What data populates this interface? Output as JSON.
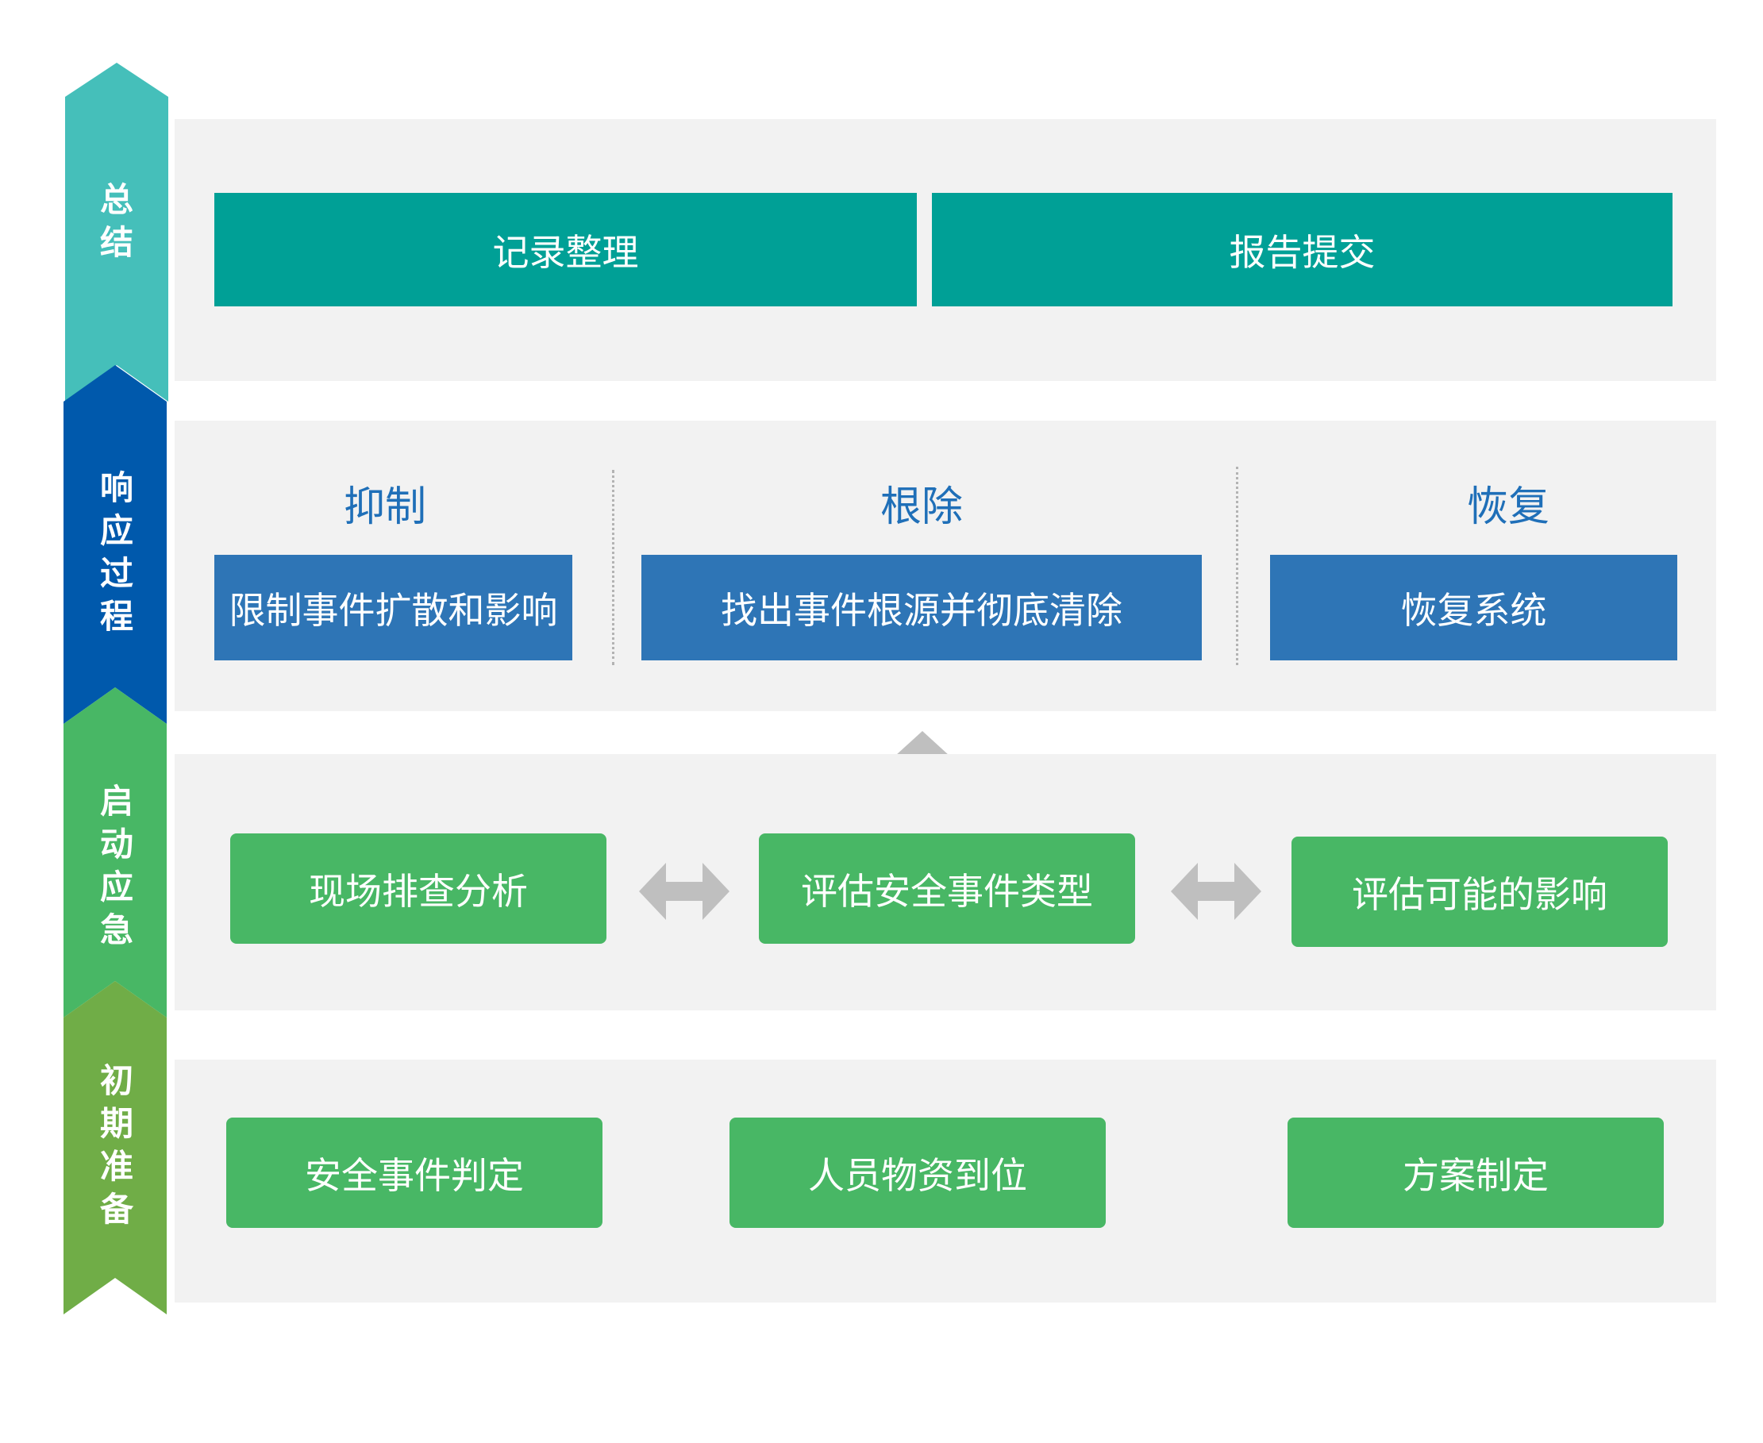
{
  "colors": {
    "summary": "#45bfba",
    "response": "#0059ac",
    "startup": "#48b765",
    "preparation": "#70ad47",
    "panel": "#f2f2f2",
    "teal_box": "#00a096",
    "blue_box": "#2e75b6",
    "green_box": "#48b765",
    "heading": "#1f6fb8",
    "arrow": "#bfbfbf"
  },
  "stages": {
    "summary": {
      "chars": [
        "总",
        "结"
      ]
    },
    "response": {
      "chars": [
        "响",
        "应",
        "过",
        "程"
      ]
    },
    "startup": {
      "chars": [
        "启",
        "动",
        "应",
        "急"
      ]
    },
    "preparation": {
      "chars": [
        "初",
        "期",
        "准",
        "备"
      ]
    }
  },
  "summary": {
    "items": [
      "记录整理",
      "报告提交"
    ]
  },
  "response": {
    "columns": [
      {
        "heading": "抑制",
        "item": "限制事件扩散和影响"
      },
      {
        "heading": "根除",
        "item": "找出事件根源并彻底清除"
      },
      {
        "heading": "恢复",
        "item": "恢复系统"
      }
    ]
  },
  "startup": {
    "items": [
      "现场排查分析",
      "评估安全事件类型",
      "评估可能的影响"
    ]
  },
  "preparation": {
    "items": [
      "安全事件判定",
      "人员物资到位",
      "方案制定"
    ]
  }
}
